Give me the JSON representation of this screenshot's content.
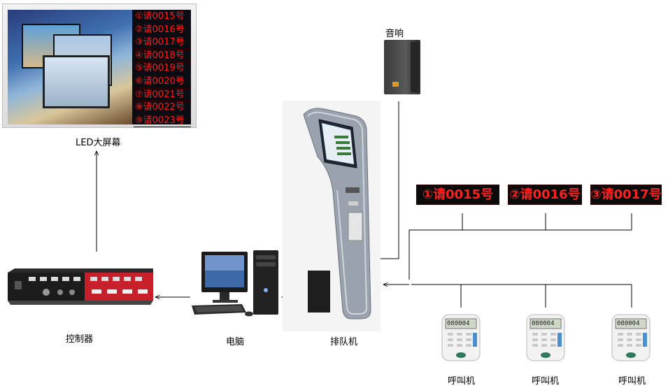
{
  "devices": {
    "led_screen": {
      "label": "LED大屏幕",
      "rows": [
        "①请0015号",
        "②请0016号",
        "③请0017号",
        "④请0018号",
        "⑤请0019号",
        "⑥请0020号",
        "⑦请0021号",
        "⑧请0022号",
        "⑨请0023号"
      ]
    },
    "speaker": {
      "label": "音响"
    },
    "kiosk": {
      "label": "排队机"
    },
    "computer": {
      "label": "电脑"
    },
    "controller": {
      "label": "控制器"
    },
    "signs": [
      "①请0015号",
      "②请0016号",
      "③请0017号"
    ],
    "pagers": [
      {
        "label": "呼叫机",
        "display": "080004"
      },
      {
        "label": "呼叫机",
        "display": "080004"
      },
      {
        "label": "呼叫机",
        "display": "080004"
      }
    ]
  },
  "colors": {
    "led_text": "#ff1a1a",
    "line": "#000000"
  }
}
